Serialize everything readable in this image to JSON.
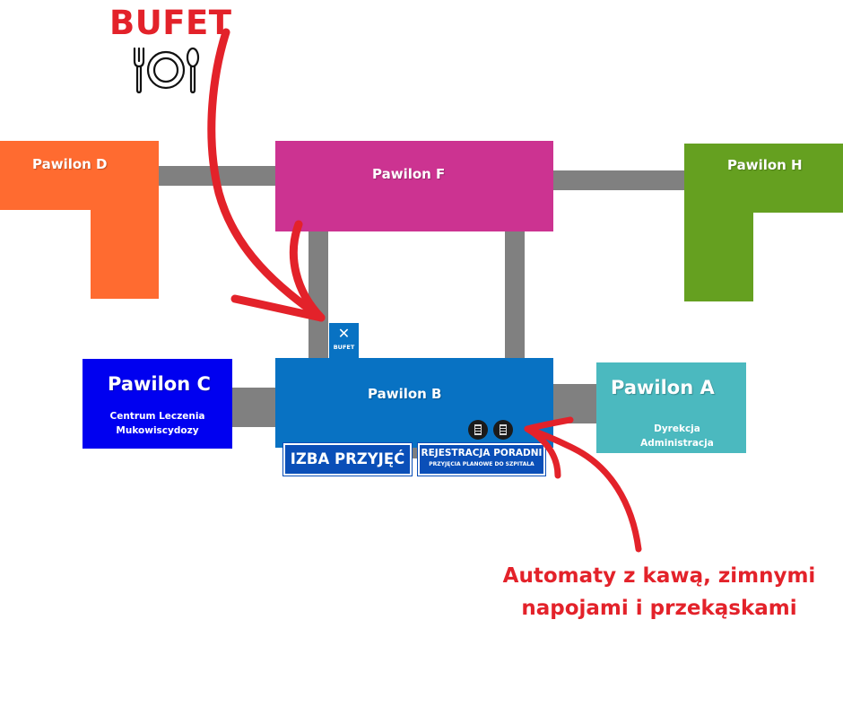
{
  "bufet_callout": {
    "title": "BUFET",
    "icon": "cutlery-plate-icon",
    "color": "#e3222a"
  },
  "buildings": {
    "pawilon_d": {
      "name": "Pawilon D",
      "color": "#ff6b30"
    },
    "pawilon_f": {
      "name": "Pawilon F",
      "color": "#cc3391"
    },
    "pawilon_h": {
      "name": "Pawilon H",
      "color": "#65a020"
    },
    "pawilon_c": {
      "name": "Pawilon C",
      "subtitle_line1": "Centrum Leczenia",
      "subtitle_line2": "Mukowiscydozy",
      "color": "#0000f0"
    },
    "pawilon_b": {
      "name": "Pawilon B",
      "color": "#0872c3"
    },
    "pawilon_a": {
      "name": "Pawilon A",
      "subtitle_line1": "Dyrekcja",
      "subtitle_line2": "Administracja",
      "color": "#4bb9bf"
    }
  },
  "corridor_color": "#808080",
  "bufet_badge": {
    "icon": "fork-spoon-icon",
    "glyph": "✕",
    "label": "BUFET"
  },
  "signs": {
    "izba": {
      "label": "IZBA PRZYJĘĆ"
    },
    "rejestracja": {
      "label": "REJESTRACJA PORADNI",
      "sublabel": "PRZYJĘCIA PLANOWE DO SZPITALA"
    }
  },
  "vending_machines": {
    "icon": "vending-machine-icon",
    "count": 2
  },
  "vending_note": {
    "line1": "Automaty z kawą, zimnymi",
    "line2": "napojami i przekąskami",
    "color": "#e3222a"
  }
}
